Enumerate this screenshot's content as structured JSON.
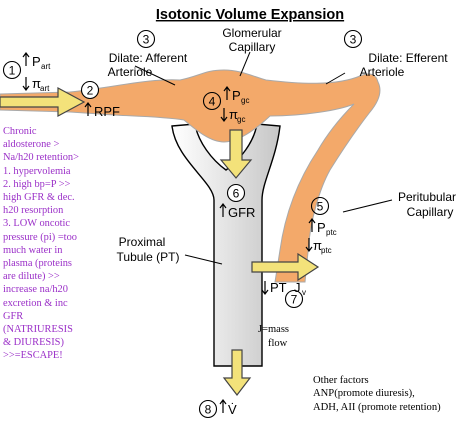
{
  "title": "Isotonic Volume Expansion",
  "labels": {
    "afferent": [
      "Dilate: Afferent",
      "Arteriole"
    ],
    "glomerular": [
      "Glomerular",
      "Capillary"
    ],
    "efferent": [
      "Dilate: Efferent",
      "Arteriole"
    ],
    "peritubular": [
      "Peritubular",
      "Capillary"
    ],
    "proximal": [
      "Proximal",
      "Tubule (PT)"
    ]
  },
  "steps": {
    "s1": "1",
    "s2": "2",
    "s3a": "3",
    "s3b": "3",
    "s4": "4",
    "s5": "5",
    "s6": "6",
    "s7": "7",
    "s8": "8"
  },
  "symbols": {
    "p_art": "P",
    "p_art_sub": "art",
    "pi_art": "π",
    "pi_art_sub": "art",
    "rpf": "RPF",
    "p_gc": "P",
    "p_gc_sub": "gc",
    "pi_gc": "π",
    "pi_gc_sub": "gc",
    "gfr": "GFR",
    "p_ptc": "P",
    "p_ptc_sub": "ptc",
    "pi_ptc": "π",
    "pi_ptc_sub": "ptc",
    "pt": "PT",
    "j": "J",
    "j_sub": "v",
    "v": "V̇"
  },
  "mass_flow": [
    "J=mass",
    "flow"
  ],
  "note_lines": [
    "Chronic",
    "aldosterone >",
    "Na/h20 retention>",
    "1. hypervolemia",
    "2. high bp=P >>",
    "high GFR & dec.",
    "h20 resorption",
    "3. LOW oncotic",
    "pressure (pi) =too",
    "much water in",
    "plasma (proteins",
    "are dilute) >>",
    "increase na/h20",
    "excretion & inc",
    "GFR",
    "(NATRIURESIS",
    "& DIURESIS)",
    ">>=ESCAPE!"
  ],
  "other_factors": [
    "Other factors",
    "ANP(promote diuresis),",
    "ADH, AII (promote retention)"
  ],
  "colors": {
    "vessel": "#f3a96a",
    "arrow": "#f3e27a",
    "tubule": "#e0e0e0",
    "note": "#9b30c8"
  }
}
